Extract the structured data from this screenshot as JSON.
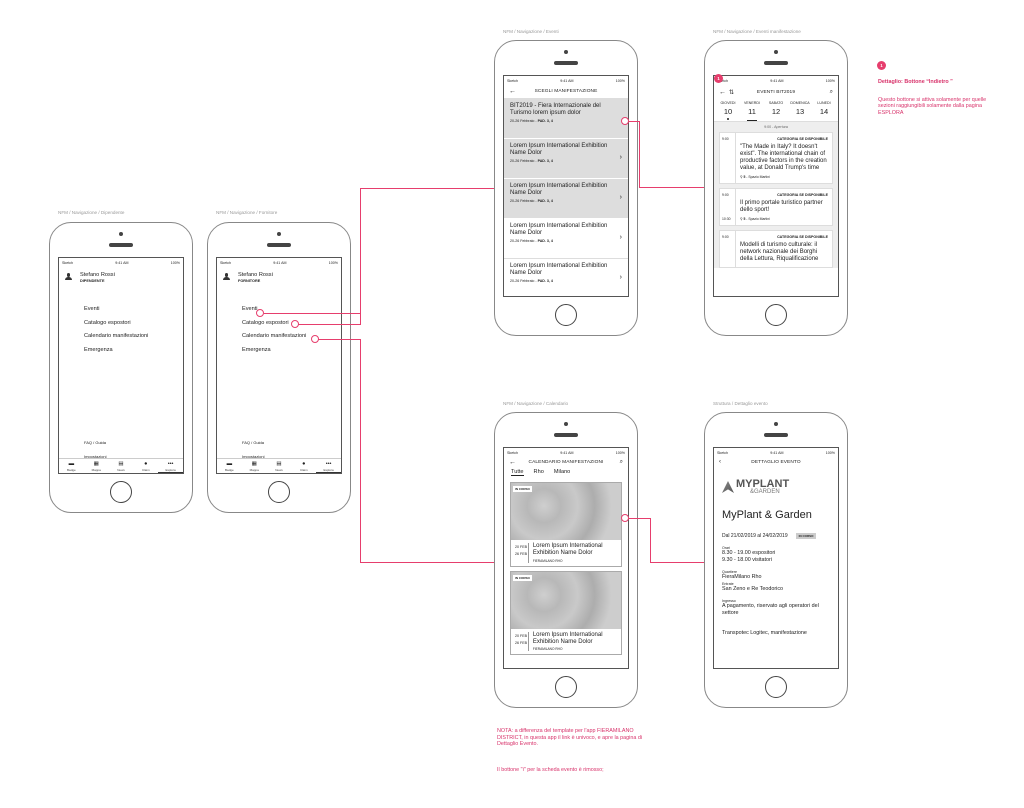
{
  "captions": {
    "dipendente": "NFM / Navigazione / Dipendente",
    "fornitore": "NFM / Navigazione / Fornitore",
    "eventi": "NFM / Navigazione / Eventi",
    "eventi_manif": "NFM / Navigazione / Eventi manifestazione",
    "calendario": "NFM / Navigazione / Calendario",
    "dettaglio": "Struttura / Dettaglio evento"
  },
  "status": {
    "carrier": "Sketch",
    "time": "9:41 AM",
    "battery": "100%"
  },
  "menu_screen_1": {
    "name": "Stefano Rossi",
    "role": "DIPENDENTE",
    "items": [
      "Eventi",
      "Catalogo espostori",
      "Calendario manifestazioni",
      "Emergenza"
    ],
    "faq": "FAQ / Guida",
    "settings": "Impostazioni"
  },
  "menu_screen_2": {
    "name": "Stefano Rossi",
    "role": "FORNITORE",
    "items": [
      "Eventi",
      "Catalogo espostori",
      "Calendario manifestazioni",
      "Emergenza"
    ],
    "faq": "FAQ / Guida",
    "settings": "Impostazioni"
  },
  "tabbar": [
    "Badge",
    "Mappa",
    "News",
    "Claim",
    "Esplora"
  ],
  "events_screen": {
    "title": "SCEGLI MANIFESTAZIONE",
    "items": [
      {
        "title": "BIT2019 - Fiera Internazionale del Turismo lorem ipsum dolor",
        "date": "20-26 Febbraio - ",
        "pad": "PAD. 3, 4"
      },
      {
        "title": "Lorem Ipsum International Exhibition Name Dolor",
        "date": "20-26 Febbraio - ",
        "pad": "PAD. 3, 4"
      },
      {
        "title": "Lorem Ipsum International Exhibition Name Dolor",
        "date": "20-26 Febbraio - ",
        "pad": "PAD. 3, 4"
      },
      {
        "title": "Lorem Ipsum International Exhibition Name Dolor",
        "date": "20-26 Febbraio - ",
        "pad": "PAD. 3, 4"
      },
      {
        "title": "Lorem Ipsum International Exhibition Name Dolor",
        "date": "20-26 Febbraio - ",
        "pad": "PAD. 3, 4"
      }
    ]
  },
  "schedule_screen": {
    "title": "EVENTI BIT2019",
    "days": [
      {
        "name": "GIOVEDI",
        "num": "10"
      },
      {
        "name": "VENERDI",
        "num": "11"
      },
      {
        "name": "SABATO",
        "num": "12"
      },
      {
        "name": "DOMENICA",
        "num": "13"
      },
      {
        "name": "LUNEDI",
        "num": "14"
      }
    ],
    "separator": "9:00 - Apertura",
    "events": [
      {
        "time": "9:00",
        "cat": "CATEGORIA SE DISPONIBILE",
        "title": "\"The Made in Italy? It doesn't exist\". The international chain of productive factors in the creation value, at Donald Trump's time",
        "place": "Spazio Martini",
        "hall": "5"
      },
      {
        "time": "9:00",
        "end": "10:30",
        "cat": "CATEGORIA SE DISPONIBILE",
        "title": "Il primo portale turistico partner dello sport!",
        "place": "Spazio Martini",
        "hall": "5"
      },
      {
        "time": "9:00",
        "cat": "CATEGORIA SE DISPONIBILE",
        "title": "Modelli di turismo culturale: il network nazionale dei Borghi della Lettura, Riqualificazione",
        "place": "",
        "hall": ""
      }
    ]
  },
  "calendar_screen": {
    "title": "CALENDARIO MANIFESTAZIONI",
    "tabs": [
      "Tutte",
      "Rho",
      "Milano"
    ],
    "cards": [
      {
        "badge": "IN CORSO",
        "from": "20 FEB",
        "to": "26 FEB",
        "name": "Lorem Ipsum International Exhibition Name Dolor",
        "loc": "FIERAMILANO RHO"
      },
      {
        "badge": "IN CORSO",
        "from": "20 FEB",
        "to": "26 FEB",
        "name": "Lorem Ipsum International Exhibition Name Dolor",
        "loc": "FIERAMILANO RHO"
      }
    ]
  },
  "detail_screen": {
    "title": "DETTAGLIO EVENTO",
    "logo": "MYPLANT",
    "logo_sub": "&GARDEN",
    "name": "MyPlant & Garden",
    "range": "Dal 21/02/2019 al 24/02/2019",
    "badge": "IN CORSO",
    "orari_label": "Orari",
    "orari_1": "8.30 - 19.00 espositori",
    "orari_2": "9.30 - 18.00 visitatori",
    "quartiere_label": "Quartiere",
    "quartiere": "FieraMilano Rho",
    "entrate_label": "Entrate",
    "entrate": "San Zeno e Re Teodorico",
    "ingresso_label": "Ingresso",
    "ingresso": "A pagamento, riservato agli operatori del settore",
    "extra": "Transpotec Logitec, manifestazione"
  },
  "notes": {
    "nota": "NOTA: a differenza del template per l'app FIERAMILANO DISTRICT, in questa app il link è univoco, e apre la pagina di Dettaglio Evento.",
    "nota2": "Il bottone \"i\" per la scheda evento è rimosso;",
    "badge_num": "1",
    "side_title": "Dettaglio: Bottone “Indietro ”",
    "side_text": "Questo bottone si attiva solamente per quelle sezioni raggiungibili solamente dalla pagina ESPLORA"
  },
  "colors": {
    "accent": "#e63e6d",
    "note": "#d8336b"
  }
}
